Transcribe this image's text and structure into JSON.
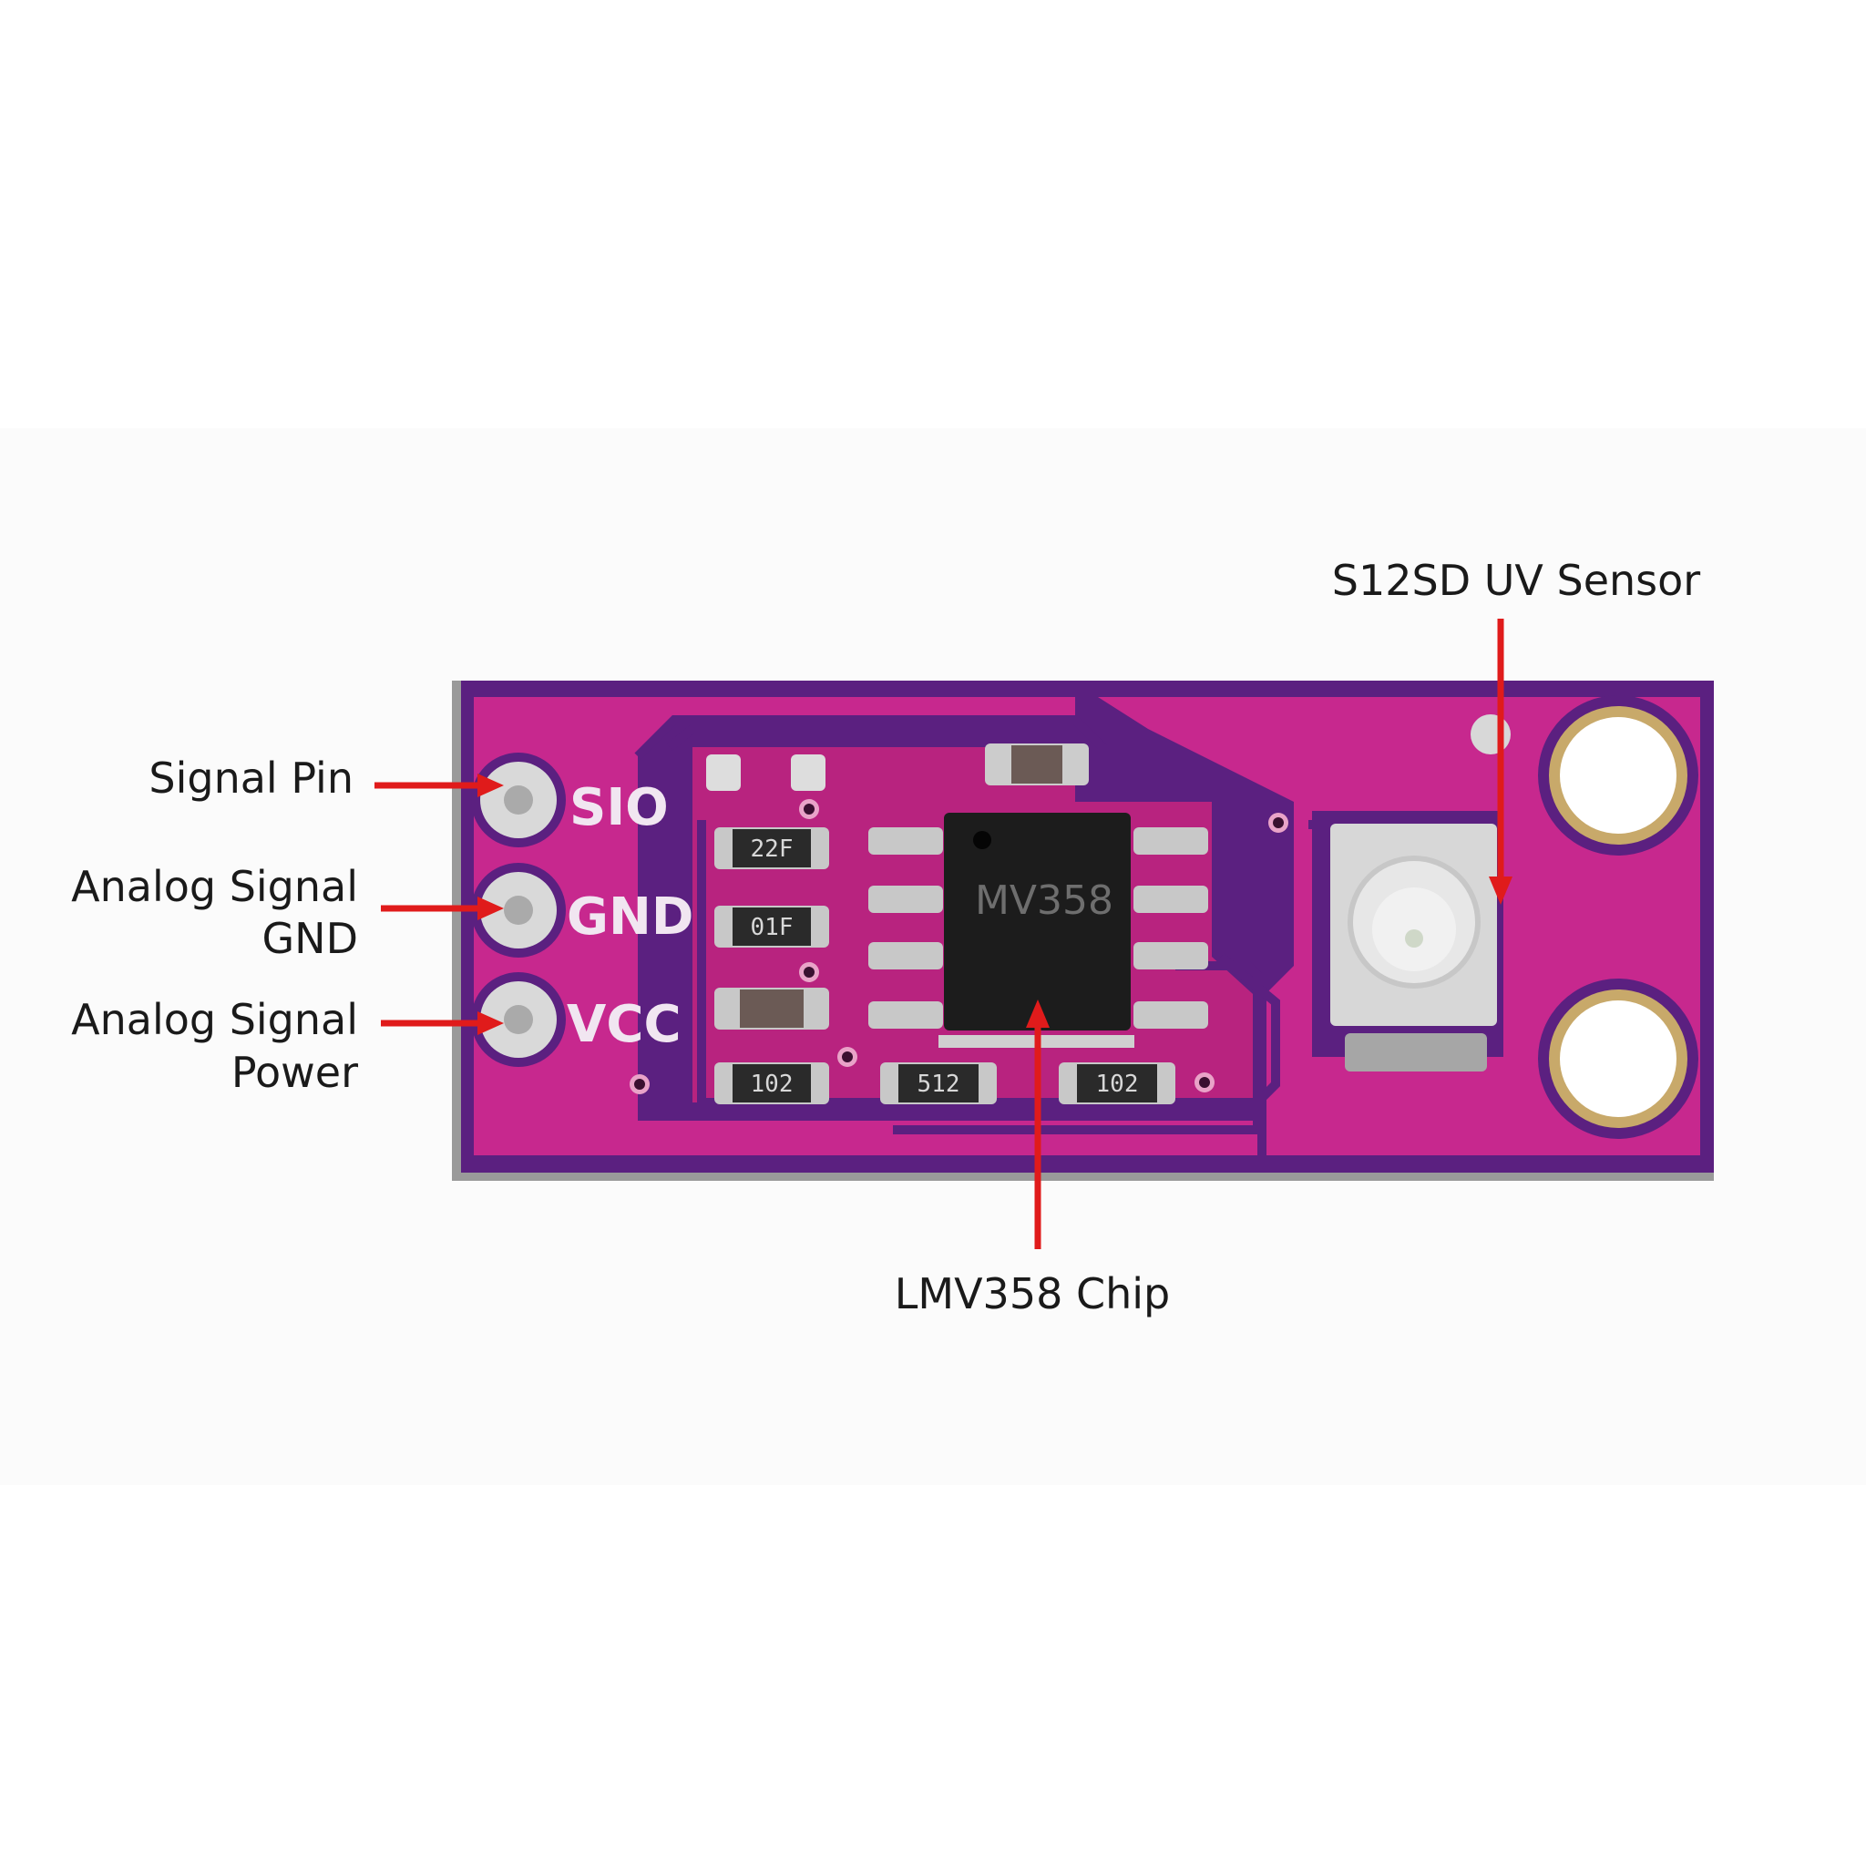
{
  "annotations": {
    "signal_pin": "Signal Pin",
    "analog_gnd_line1": "Analog Signal",
    "analog_gnd_line2": "GND",
    "analog_power_line1": "Analog Signal",
    "analog_power_line2": "Power",
    "uv_sensor": "S12SD UV Sensor",
    "chip": "LMV358 Chip"
  },
  "board": {
    "pins": [
      "SIO",
      "GND",
      "VCC"
    ],
    "chip_marking": "MV358",
    "components": [
      "22F",
      "01F",
      "102",
      "512",
      "102"
    ]
  },
  "colors": {
    "arrow": "#e01b1b",
    "pcb_copper": "#c7288e",
    "pcb_base": "#5a1f7a"
  }
}
